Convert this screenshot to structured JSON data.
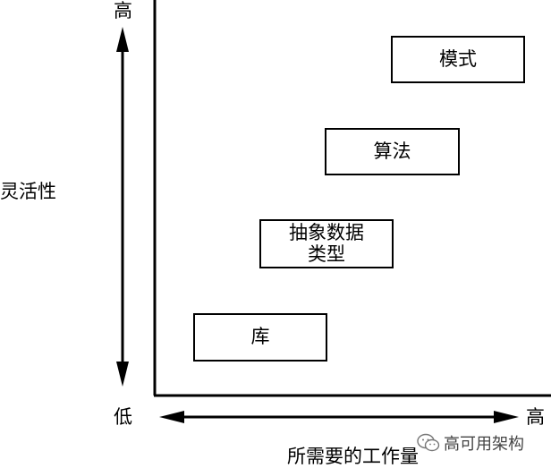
{
  "y_axis": {
    "title": "灵活性",
    "high_label": "高",
    "low_label": "低"
  },
  "x_axis": {
    "title": "所需要的工作量",
    "high_label": "高"
  },
  "boxes": [
    {
      "label": "模式"
    },
    {
      "label": "算法"
    },
    {
      "label": "抽象数据\n类型"
    },
    {
      "label": "库"
    }
  ],
  "watermark": {
    "text": "高可用架构",
    "icon": "wechat-icon"
  }
}
